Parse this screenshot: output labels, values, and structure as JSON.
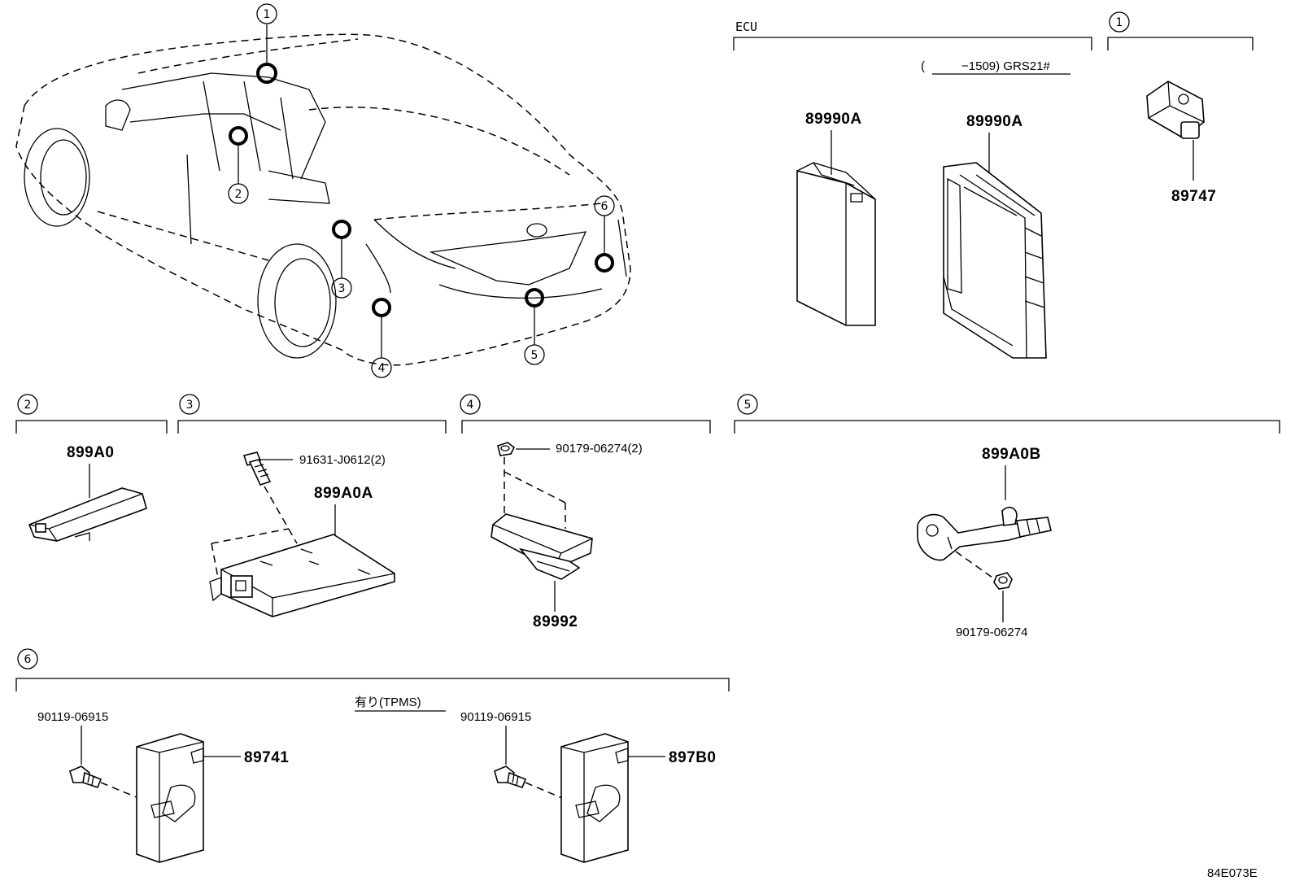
{
  "title": "",
  "sections": {
    "ecu": {
      "label": "ECU",
      "note": "(　　　−1509) GRS21#"
    },
    "ecu_parts": [
      {
        "part_no": "89990A"
      },
      {
        "part_no": "89990A"
      }
    ],
    "s1": {
      "marker": "1",
      "part_no": "89747"
    },
    "s2": {
      "marker": "2",
      "part_no": "899A0"
    },
    "s3": {
      "marker": "3",
      "part_no": "899A0A",
      "fastener": "91631-J0612(2)"
    },
    "s4": {
      "marker": "4",
      "part_no": "89992",
      "fastener": "90179-06274(2)"
    },
    "s5": {
      "marker": "5",
      "part_no": "899A0B",
      "fastener": "90179-06274"
    },
    "s6": {
      "marker": "6",
      "condition": "有り(TPMS)",
      "left": {
        "part_no": "89741",
        "fastener": "90119-06915"
      },
      "right": {
        "part_no": "897B0",
        "fastener": "90119-06915"
      }
    }
  },
  "car_callouts": [
    "1",
    "2",
    "3",
    "4",
    "5",
    "6"
  ],
  "diagram_code": "84E073E"
}
